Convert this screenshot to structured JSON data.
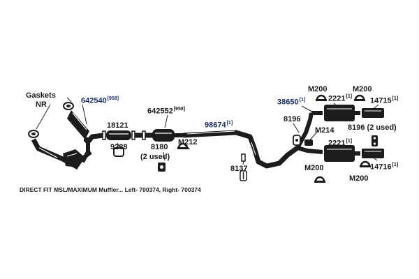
{
  "colors": {
    "part_number_blue": "#1b2f6b",
    "black_labels": "#1a1a1a",
    "part_fill": "#1c1c1c"
  },
  "labels": {
    "gaskets": "Gaskets",
    "nr": "NR",
    "p642540": "642540",
    "p642540_ref": "[958]",
    "p18121": "18121",
    "p9288": "9288",
    "p642552": "642552",
    "p642552_ref": "[958]",
    "p8180": "8180",
    "p8180_used": "(2 used)",
    "m212": "M212",
    "p98674": "98674",
    "p98674_ref": "[1]",
    "p8137": "8137",
    "p38650": "38650",
    "p38650_ref": "[1]",
    "m200_top_left": "M200",
    "p2221_top": "2221",
    "p2221_top_ref": "[1]",
    "m200_top_right": "M200",
    "p14715": "14715",
    "p14715_ref": "[1]",
    "p8196_left": "8196",
    "m214": "M214",
    "p8196_right": "8196 (2 used)",
    "p2221_bottom": "2221",
    "p2221_bottom_ref": "[1]",
    "p14716": "14716",
    "p14716_ref": "[1]",
    "m200_bottom_left": "M200",
    "m200_bottom_right": "M200"
  },
  "note": "DIRECT FIT MSL/MAXIMUM Muffler... Left- 700374, Right- 700374"
}
